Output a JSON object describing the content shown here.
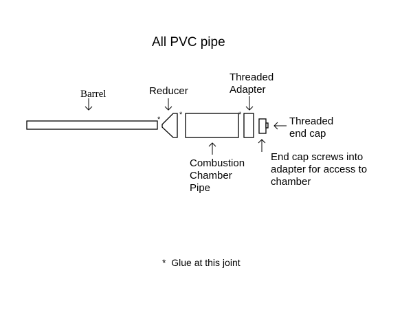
{
  "title": "All PVC pipe",
  "labels": {
    "barrel": "Barrel",
    "reducer": "Reducer",
    "threaded_adapter": [
      "Threaded",
      "Adapter"
    ],
    "threaded_end_cap": [
      "Threaded",
      "end cap"
    ],
    "combustion_chamber": [
      "Combustion",
      "Chamber",
      "Pipe"
    ],
    "end_cap_note": [
      "End cap screws into",
      "adapter for access to",
      "chamber"
    ]
  },
  "glue_marker": "*",
  "footnote": "*  Glue at this joint",
  "colors": {
    "ink": "#000000",
    "background": "#ffffff"
  }
}
